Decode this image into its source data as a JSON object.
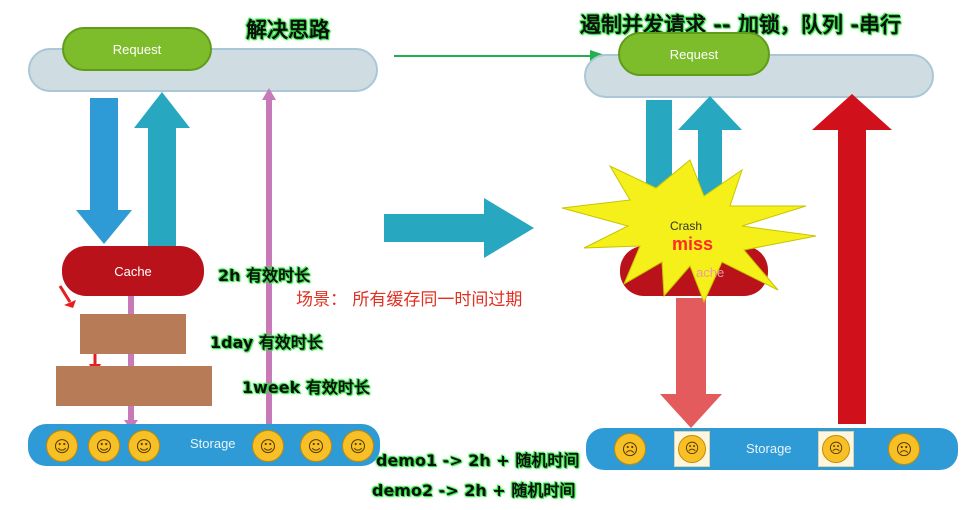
{
  "left": {
    "title": "解决思路",
    "request_label": "Request",
    "cache_label": "Cache",
    "storage_label": "Storage",
    "cache_ttl": "2h 有效时长",
    "day_ttl": "1day 有效时长",
    "week_ttl": "1week 有效时长",
    "scene": "场景：  所有缓存同一时间过期",
    "demo1": "demo1 -> 2h + 随机时间",
    "demo2": "demo2 -> 2h + 随机时间"
  },
  "right": {
    "title": "遏制并发请求 -- 加锁，队列 -串行",
    "request_label": "Request",
    "crash_label": "Crash",
    "miss_label": "miss",
    "storage_label": "Storage",
    "cache_partial": "ache"
  },
  "colors": {
    "request_green": "#7dbd2c",
    "cache_red": "#b9121a",
    "storage_blue": "#2e9bd6",
    "arrow_blue": "#2e9bd6",
    "arrow_teal": "#28a8c0",
    "arrow_pink": "#c879b8",
    "arrow_red": "#d0101a",
    "arrow_salmon": "#e45b5d",
    "starburst": "#f5f01a"
  },
  "icons": [
    "grinning-face-icon",
    "worried-face-icon"
  ]
}
